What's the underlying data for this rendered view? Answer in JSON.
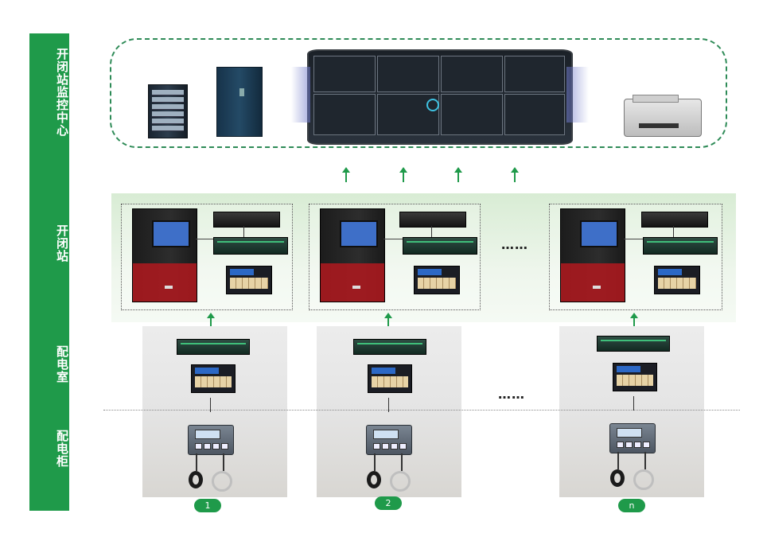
{
  "levels": {
    "monitoring_center": "开闭站监控中心",
    "station": "开闭站",
    "distribution_room": "配电室",
    "distribution_cabinet": "配电柜"
  },
  "ellipsis": "……",
  "groups": [
    {
      "label": "1"
    },
    {
      "label": "2"
    },
    {
      "label": "n"
    }
  ],
  "colors": {
    "accent_green": "#1f9a4a",
    "dashed_border": "#2e8b57"
  },
  "icons": [
    "server-rack-icon",
    "cabinet-icon",
    "video-wall-icon",
    "printer-icon",
    "controller-cabinet-icon",
    "switch-icon",
    "gateway-icon",
    "multi-meter-icon",
    "power-meter-icon",
    "current-transformer-icon",
    "arrow-up-icon"
  ]
}
